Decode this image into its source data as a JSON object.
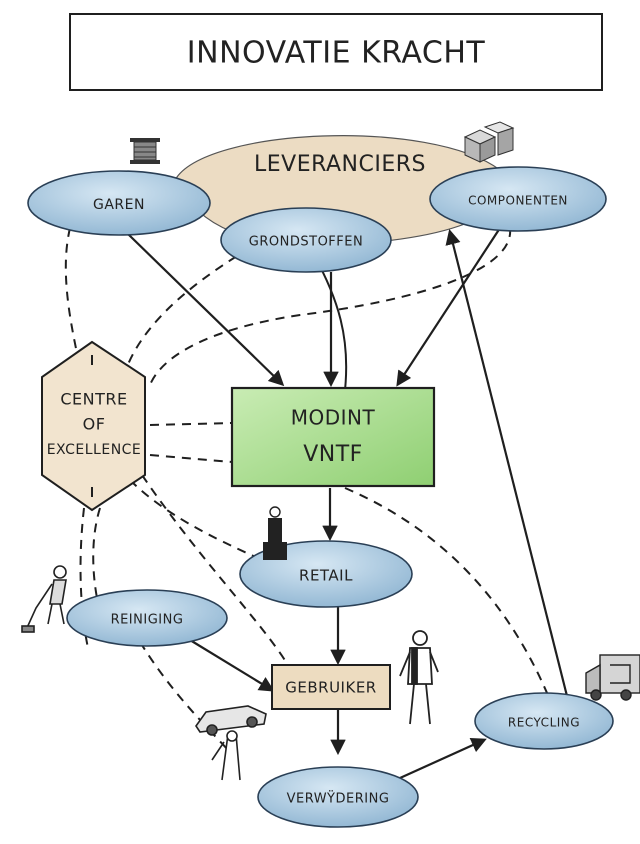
{
  "title": "INNOVATIE KRACHT",
  "nodes": {
    "leveranciers": "LEVERANCIERS",
    "garen": "GAREN",
    "grondstoffen": "GRONDSTOFFEN",
    "componenten": "COMPONENTEN",
    "centre_line1": "CENTRE",
    "centre_line2": "OF",
    "centre_line3": "EXCELLENCE",
    "modint_line1": "MODINT",
    "modint_line2": "VNTF",
    "retail": "RETAIL",
    "reiniging": "REINIGING",
    "gebruiker": "GEBRUIKER",
    "recycling": "RECYCLING",
    "verwijdering": "VERWŸDERING"
  },
  "icons": [
    "spool-icon",
    "building-blocks-icon",
    "businessman-icon",
    "cleaner-icon",
    "user-figure-icon",
    "truck-icon",
    "car-carrier-icon"
  ],
  "colors": {
    "ellipse_fill": "#a9c8df",
    "ellipse_stroke": "#2a3f55",
    "cloud_fill": "#ecdcc3",
    "hex_fill": "#f2e4cf",
    "modint_fill": "#a8da8e",
    "gebruiker_fill": "#eddcc0",
    "ink": "#1f1f1f"
  }
}
